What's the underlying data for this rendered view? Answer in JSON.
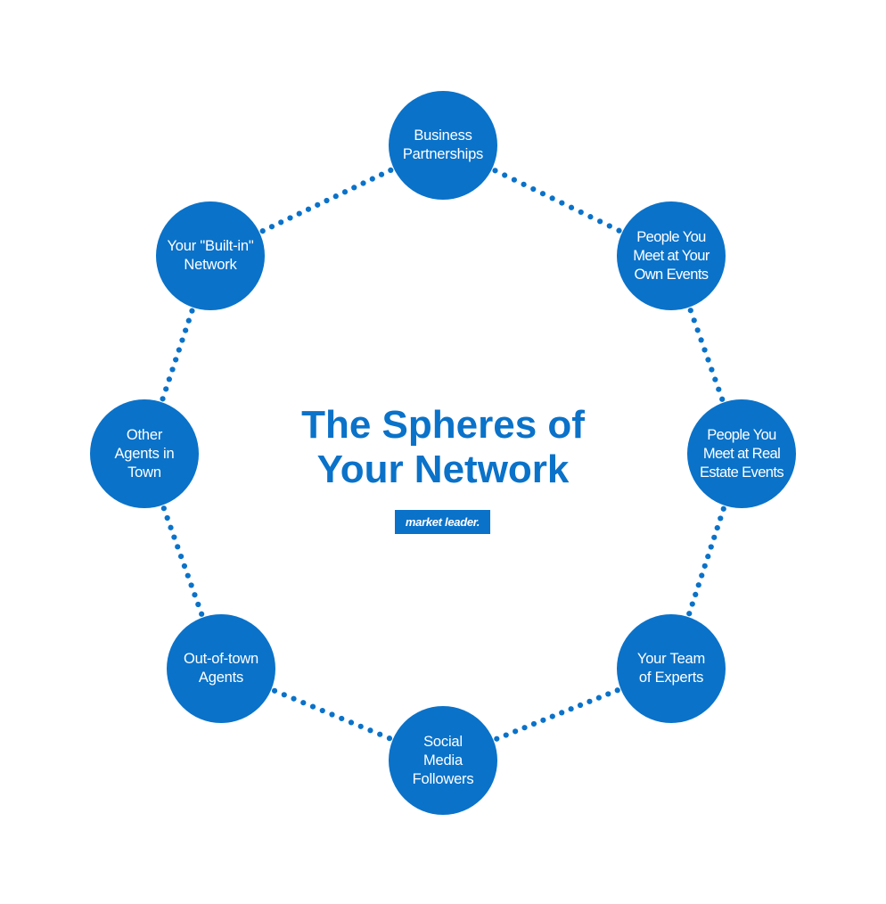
{
  "title": "The Spheres of\nYour Network",
  "logo_text": "market leader.",
  "nodes": [
    {
      "label": "Business\nPartnerships"
    },
    {
      "label": "People You\nMeet at Your\nOwn Events"
    },
    {
      "label": "People You\nMeet at Real\nEstate  Events"
    },
    {
      "label": "Your Team\nof Experts"
    },
    {
      "label": "Social\nMedia\nFollowers"
    },
    {
      "label": "Out-of-town\nAgents"
    },
    {
      "label": "Other\nAgents in\nTown"
    },
    {
      "label": "Your \"Built-in\"\nNetwork"
    }
  ],
  "colors": {
    "node_fill": "#0a72c9",
    "title": "#0a72c9",
    "dots": "#0a72c9",
    "background": "#ffffff"
  }
}
